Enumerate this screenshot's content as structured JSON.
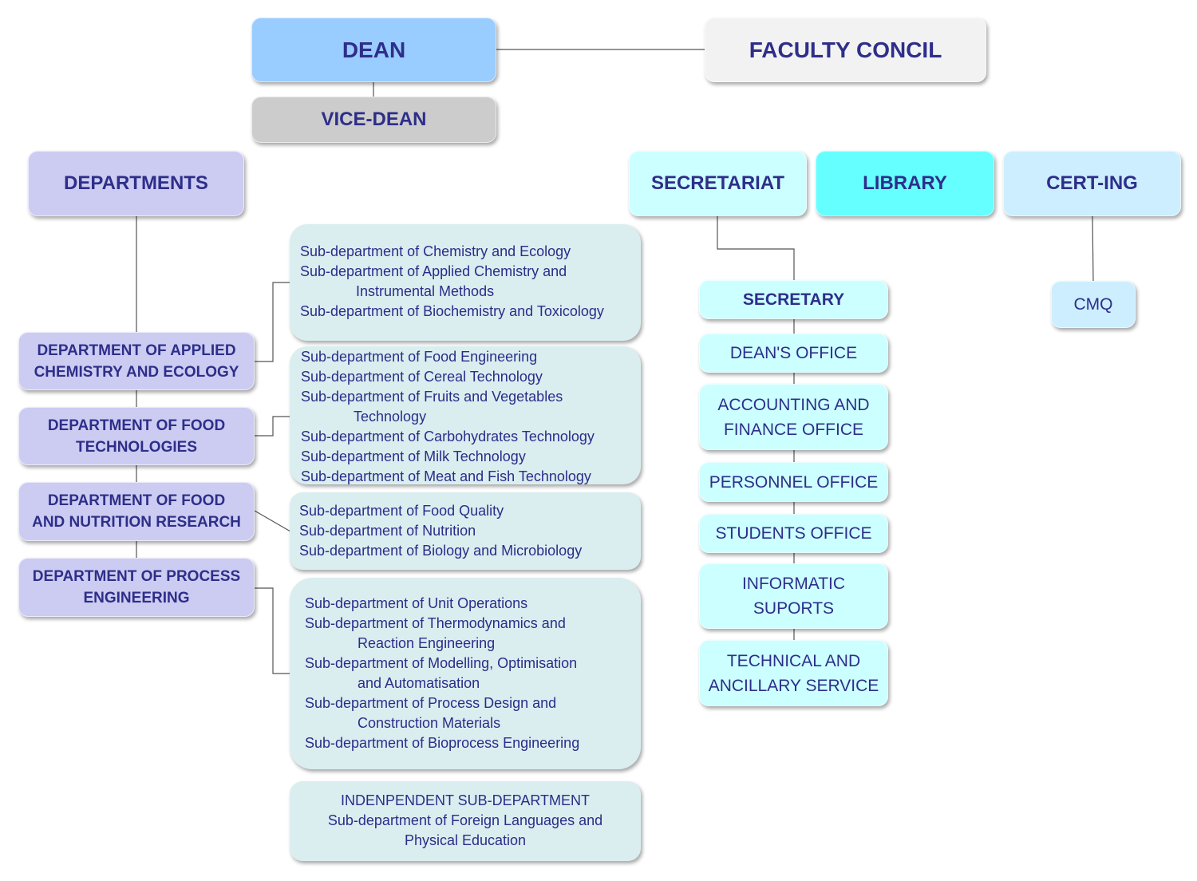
{
  "top": {
    "dean": "DEAN",
    "faculty_council": "FACULTY CONCIL",
    "vice_dean": "VICE-DEAN"
  },
  "headers": {
    "departments": "DEPARTMENTS",
    "secretariat": "SECRETARIAT",
    "library": "LIBRARY",
    "cert_ing": "CERT-ING",
    "cmq": "CMQ"
  },
  "departments": [
    {
      "line1": "DEPARTMENT OF APPLIED",
      "line2": "CHEMISTRY AND ECOLOGY"
    },
    {
      "line1": "DEPARTMENT OF FOOD",
      "line2": "TECHNOLOGIES"
    },
    {
      "line1": "DEPARTMENT OF FOOD",
      "line2": "AND NUTRITION RESEARCH"
    },
    {
      "line1": "DEPARTMENT OF PROCESS",
      "line2": "ENGINEERING"
    }
  ],
  "subdepartments": {
    "applied_chem": [
      "Sub-department of Chemistry and Ecology",
      "Sub-department of Applied Chemistry and",
      "Instrumental  Methods",
      "Sub-department of Biochemistry and Toxicology"
    ],
    "food_tech": [
      "Sub-department of  Food Engineering",
      "Sub-department of Cereal Technology",
      "Sub-department of  Fruits and Vegetables",
      "Technology",
      "Sub-department of Carbohydrates Technology",
      "Sub-department of Milk Technology",
      "Sub-department of Meat and Fish Technology"
    ],
    "nutrition": [
      "Sub-department of Food Quality",
      "Sub-department of Nutrition",
      "Sub-department of Biology and Microbiology"
    ],
    "process": [
      "Sub-department of Unit Operations",
      "Sub-department of Thermodynamics and",
      "Reaction Engineering",
      "Sub-department of Modelling, Optimisation",
      "and Automatisation",
      "Sub-department of Process Design and",
      "Construction Materials",
      "Sub-department of Bioprocess Engineering"
    ],
    "independent": [
      "INDENPENDENT SUB-DEPARTMENT",
      "Sub-department of Foreign Languages and",
      "Physical Education"
    ]
  },
  "offices": {
    "secretary": "SECRETARY",
    "deans_office": "DEAN'S OFFICE",
    "accounting_1": "ACCOUNTING AND",
    "accounting_2": "FINANCE OFFICE",
    "personnel": "PERSONNEL OFFICE",
    "students": "STUDENTS OFFICE",
    "informatic_1": "INFORMATIC",
    "informatic_2": "SUPORTS",
    "technical_1": "TECHNICAL AND",
    "technical_2": "ANCILLARY SERVICE"
  },
  "colors": {
    "dean": "#99ccff",
    "faculty_council": "#f2f2f2",
    "vice_dean": "#cccccc",
    "departments": "#ccccf2",
    "secretariat": "#ccffff",
    "library": "#66ffff",
    "cert_ing": "#cceeff",
    "subdept": "#daeef0",
    "text": "#2e2e8a"
  }
}
